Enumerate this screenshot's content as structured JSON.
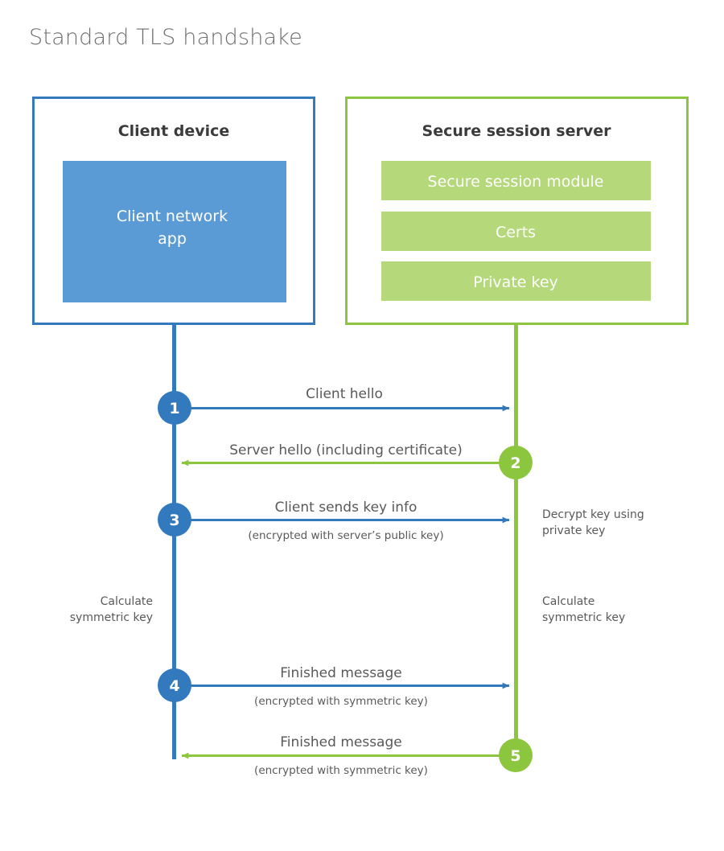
{
  "page": {
    "title": "Standard TLS handshake",
    "background_color": "#ffffff"
  },
  "colors": {
    "client_blue": "#3279bd",
    "client_inner_blue": "#5b9bd5",
    "server_green": "#8cc63f",
    "server_inner_green": "#b4d87a",
    "step_blue": "#3279bd",
    "step_green": "#8cc63f",
    "text_dark": "#3b3b3b",
    "text_body": "#58595b",
    "title_gray": "#6d6e71"
  },
  "client": {
    "title": "Client device",
    "inner_line1": "Client network",
    "inner_line2": "app"
  },
  "server": {
    "title": "Secure session server",
    "components": [
      {
        "label": "Secure session module"
      },
      {
        "label": "Certs"
      },
      {
        "label": "Private key"
      }
    ]
  },
  "steps": [
    {
      "number": "1",
      "label": "Client hello",
      "sub": "",
      "direction": "client-to-server",
      "color": "#3279bd"
    },
    {
      "number": "2",
      "label": "Server hello (including certificate)",
      "sub": "",
      "direction": "server-to-client",
      "color": "#8cc63f"
    },
    {
      "number": "3",
      "label": "Client sends key info",
      "sub": "(encrypted with server’s public key)",
      "direction": "client-to-server",
      "color": "#3279bd"
    },
    {
      "number": "4",
      "label": "Finished message",
      "sub": "(encrypted with symmetric key)",
      "direction": "client-to-server",
      "color": "#3279bd"
    },
    {
      "number": "5",
      "label": "Finished message",
      "sub": "(encrypted with symmetric key)",
      "direction": "server-to-client",
      "color": "#8cc63f"
    }
  ],
  "annotations": {
    "server_decrypt_line1": "Decrypt key using",
    "server_decrypt_line2": "private key",
    "client_calc_line1": "Calculate",
    "client_calc_line2": "symmetric key",
    "server_calc_line1": "Calculate",
    "server_calc_line2": "symmetric key"
  },
  "chart_data": {
    "type": "diagram",
    "diagram_kind": "sequence",
    "title": "Standard TLS handshake",
    "actors": [
      "Client device",
      "Secure session server"
    ],
    "messages": [
      {
        "n": 1,
        "from": "Client device",
        "to": "Secure session server",
        "text": "Client hello"
      },
      {
        "n": 2,
        "from": "Secure session server",
        "to": "Client device",
        "text": "Server hello (including certificate)"
      },
      {
        "n": 3,
        "from": "Client device",
        "to": "Secure session server",
        "text": "Client sends key info",
        "note": "(encrypted with server’s public key)"
      },
      {
        "n": 4,
        "from": "Client device",
        "to": "Secure session server",
        "text": "Finished message",
        "note": "(encrypted with symmetric key)"
      },
      {
        "n": 5,
        "from": "Secure session server",
        "to": "Client device",
        "text": "Finished message",
        "note": "(encrypted with symmetric key)"
      }
    ],
    "side_activities": [
      {
        "side": "server",
        "text": "Decrypt key using private key"
      },
      {
        "side": "client",
        "text": "Calculate symmetric key"
      },
      {
        "side": "server",
        "text": "Calculate symmetric key"
      }
    ]
  }
}
